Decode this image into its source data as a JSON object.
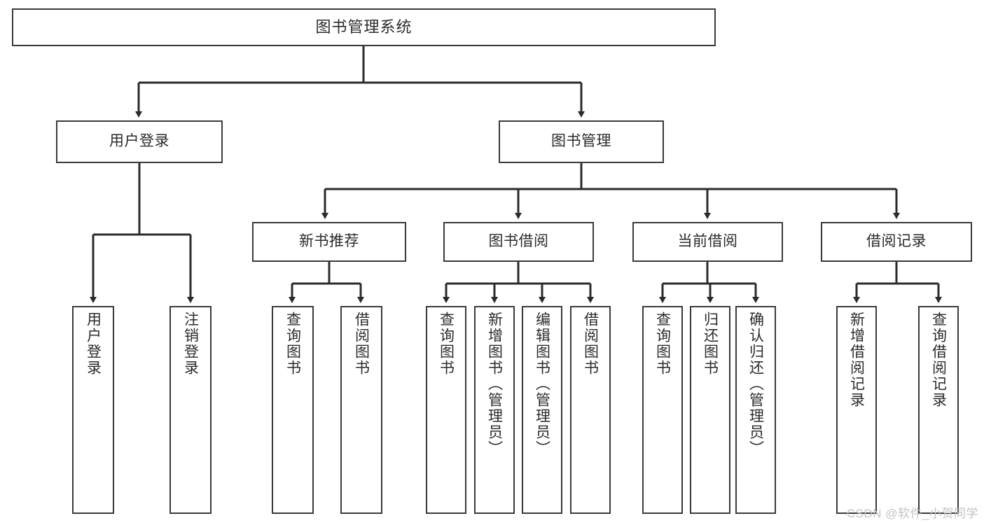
{
  "diagram": {
    "title": "图书管理系统",
    "type": "hierarchy-tree",
    "watermark": "CSDN @软件_小贺同学",
    "colors": {
      "background": "#ffffff",
      "box_border": "#3a3a3a",
      "box_fill": "#ffffff",
      "text": "#2b2b2b",
      "connector": "#2b2b2b",
      "watermark": "#c3c3c3"
    },
    "root": {
      "label": "图书管理系统"
    },
    "level2": [
      {
        "label": "用户登录"
      },
      {
        "label": "图书管理"
      }
    ],
    "level3": [
      {
        "label": "新书推荐"
      },
      {
        "label": "图书借阅"
      },
      {
        "label": "当前借阅"
      },
      {
        "label": "借阅记录"
      }
    ],
    "leaves": {
      "user_login": [
        {
          "label": "用户登录"
        },
        {
          "label": "注销登录"
        }
      ],
      "new_book_recommend": [
        {
          "label": "查询图书"
        },
        {
          "label": "借阅图书"
        }
      ],
      "book_borrow": [
        {
          "label": "查询图书"
        },
        {
          "label": "新增图书（管理员）"
        },
        {
          "label": "编辑图书（管理员）"
        },
        {
          "label": "借阅图书"
        }
      ],
      "current_borrow": [
        {
          "label": "查询图书"
        },
        {
          "label": "归还图书"
        },
        {
          "label": "确认归还（管理员）"
        }
      ],
      "borrow_record": [
        {
          "label": "新增借阅记录"
        },
        {
          "label": "查询借阅记录"
        }
      ]
    }
  }
}
